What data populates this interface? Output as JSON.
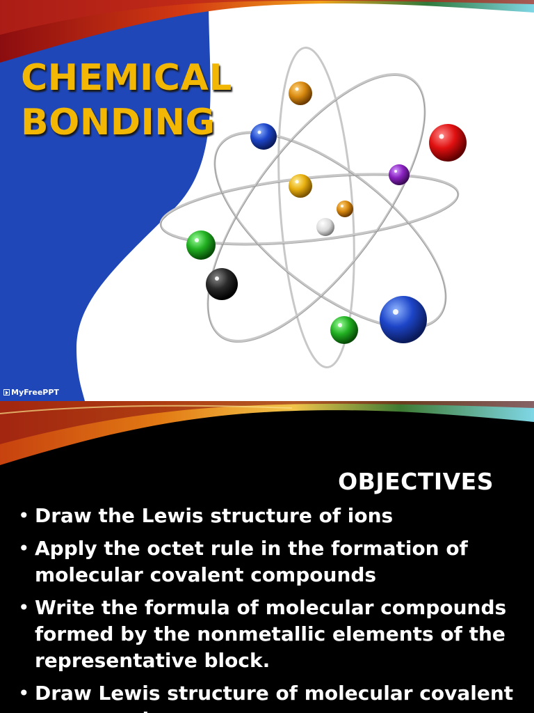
{
  "slide1": {
    "title_line1": "CHEMICAL",
    "title_line2": "BONDING",
    "brand": "MyFreePPT",
    "colors": {
      "title": "#f2b705",
      "blue_panel": "#1f47b8",
      "background": "#ffffff"
    },
    "illustration": "atom-model-with-orbits"
  },
  "slide2": {
    "heading": "OBJECTIVES",
    "bullet_symbol": "•",
    "objectives": [
      "Draw the Lewis structure of ions",
      "Apply the octet rule in the formation of molecular covalent compounds",
      "Write the formula of molecular compounds formed by the nonmetallic elements of the representative block.",
      "Draw Lewis structure of molecular covalent compounds."
    ],
    "colors": {
      "text": "#ffffff",
      "background": "#000000"
    }
  }
}
